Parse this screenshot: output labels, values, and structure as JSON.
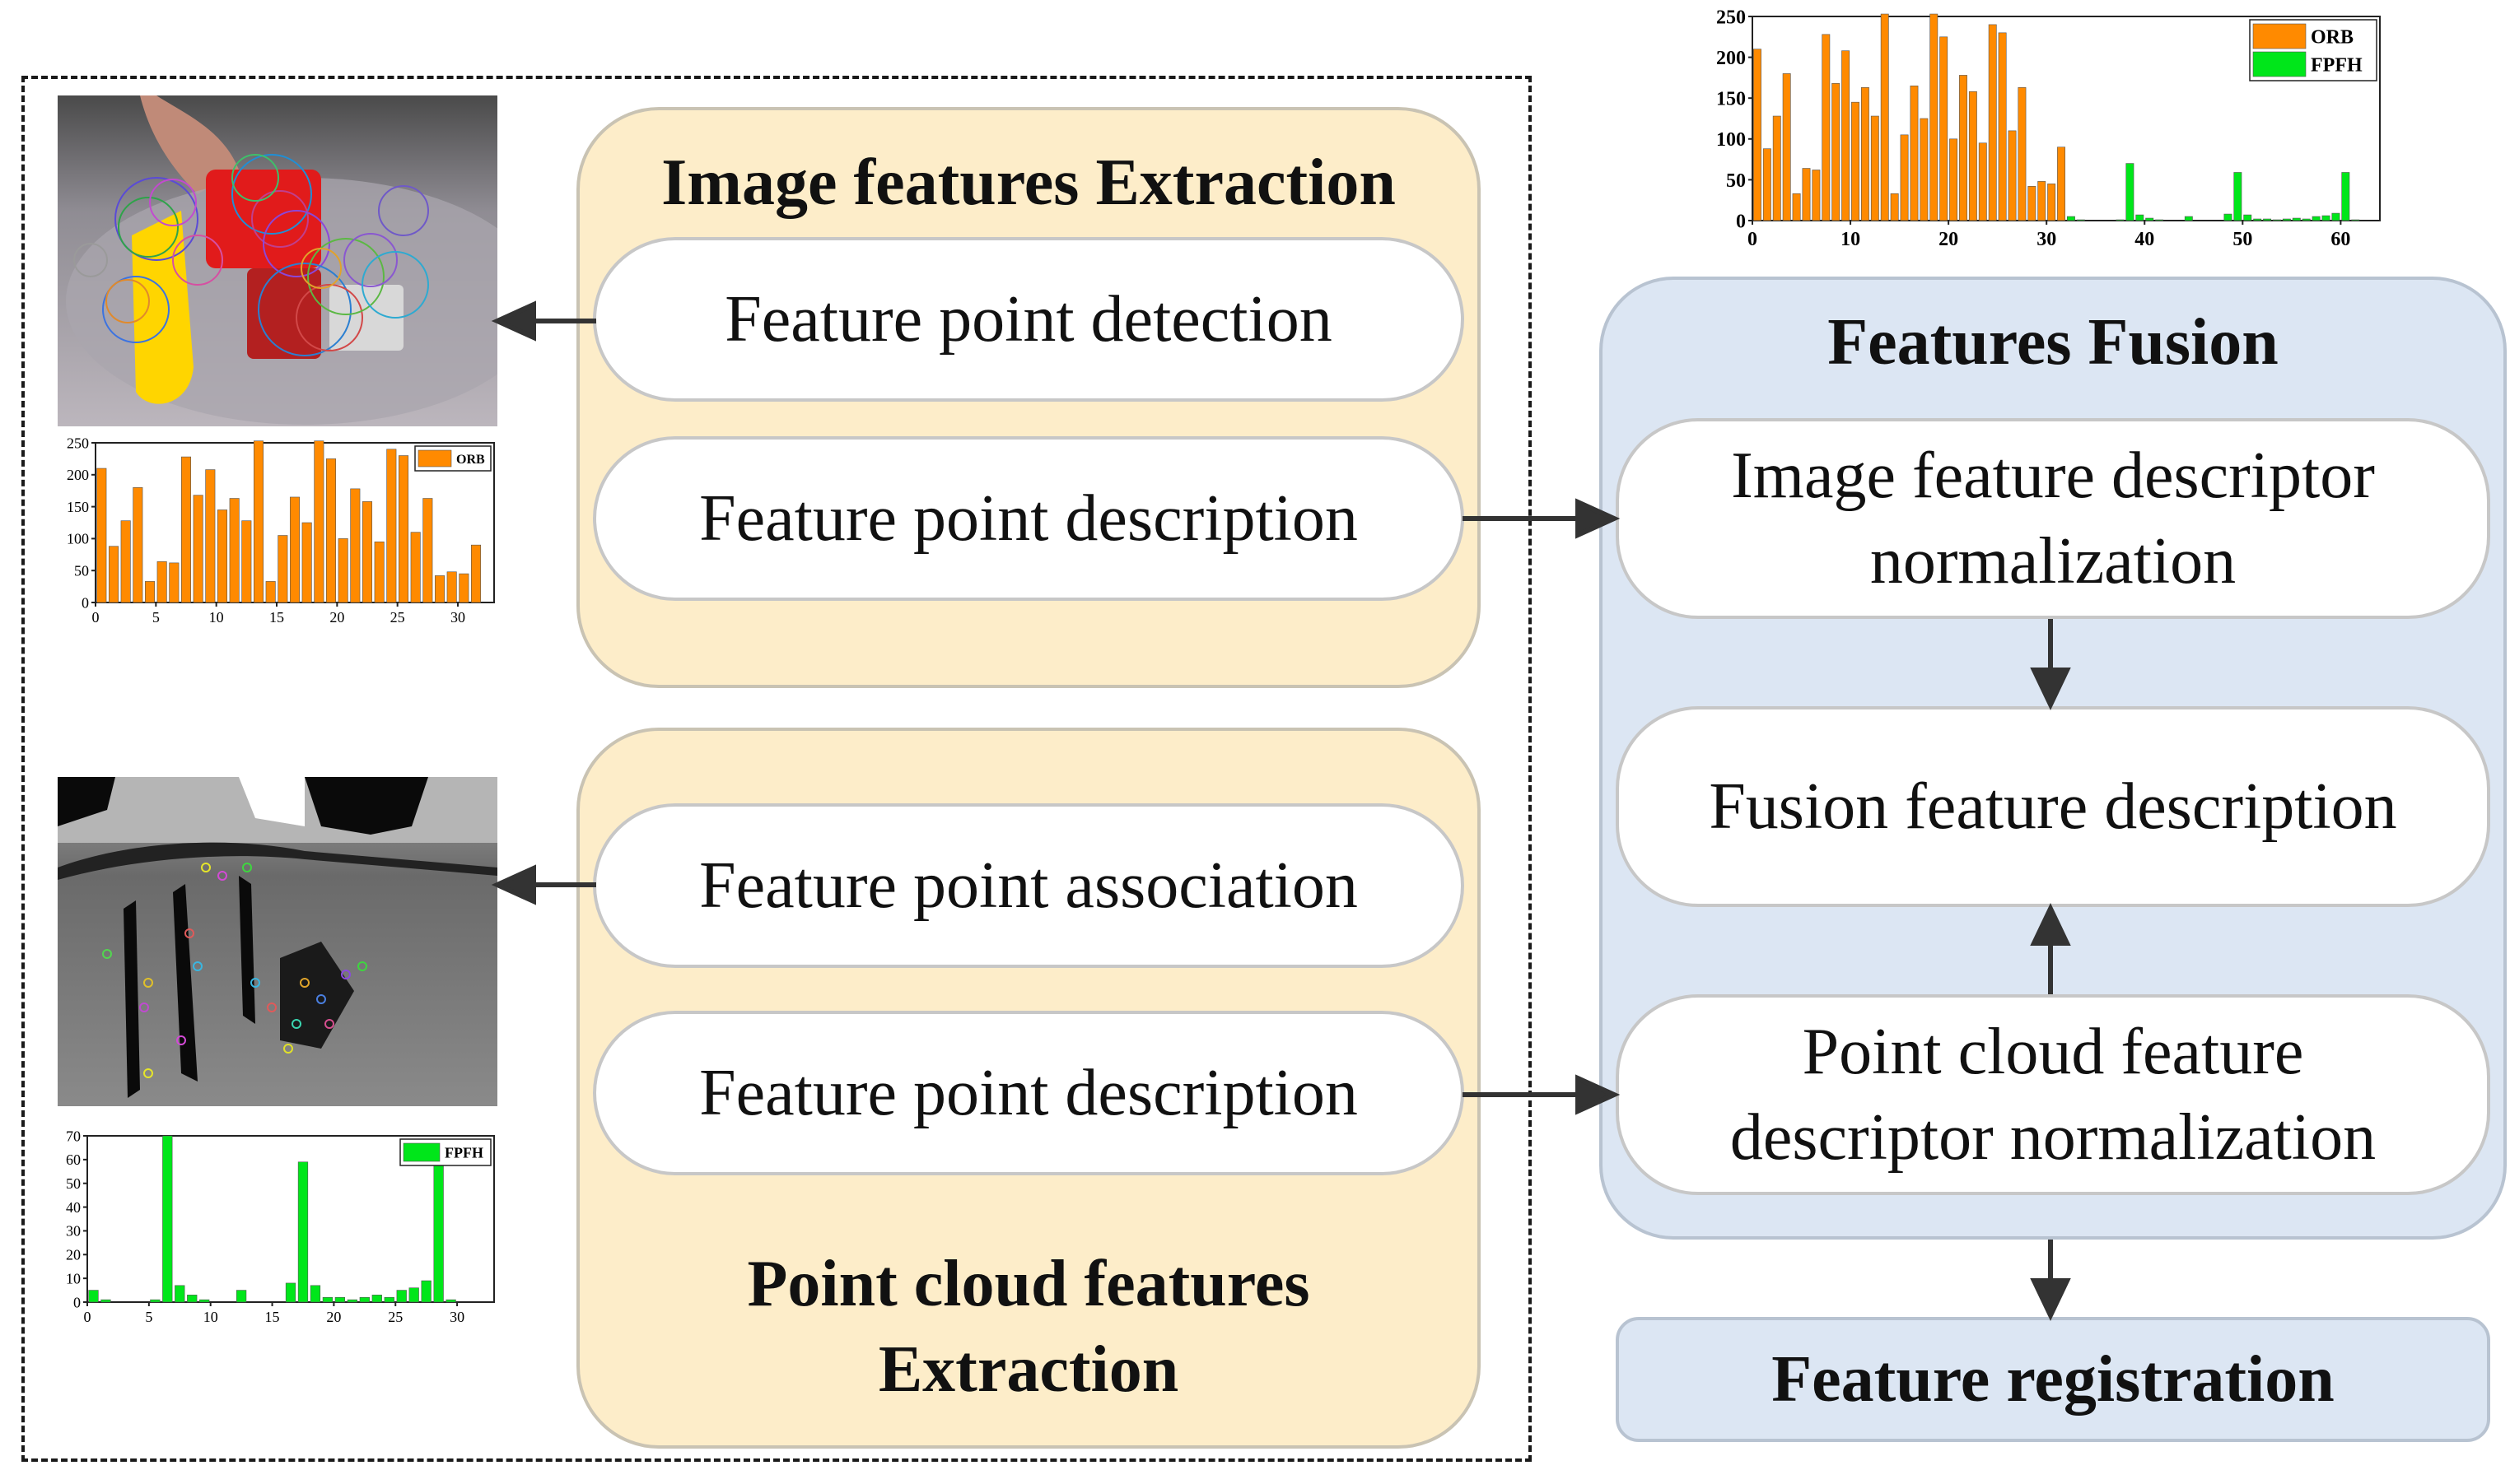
{
  "image_panel": {
    "title": "Image features Extraction",
    "steps": [
      "Feature point detection",
      "Feature point description"
    ]
  },
  "pointcloud_panel": {
    "title_line1": "Point cloud features",
    "title_line2": "Extraction",
    "steps": [
      "Feature point association",
      "Feature point description"
    ]
  },
  "fusion_panel": {
    "title": "Features Fusion",
    "image_norm_line1": "Image feature descriptor",
    "image_norm_line2": "normalization",
    "fusion_desc": "Fusion feature description",
    "pc_norm_line1": "Point cloud feature",
    "pc_norm_line2": "descriptor normalization"
  },
  "registration": {
    "label": "Feature registration"
  },
  "colors": {
    "orb": "#ff8a00",
    "fpfh": "#00e61a",
    "yellow_panel": "#fdedc9",
    "blue_panel": "#dce6f3"
  },
  "chart_data": [
    {
      "type": "bar",
      "legend": [
        "ORB"
      ],
      "x": [
        0,
        1,
        2,
        3,
        4,
        5,
        6,
        7,
        8,
        9,
        10,
        11,
        12,
        13,
        14,
        15,
        16,
        17,
        18,
        19,
        20,
        21,
        22,
        23,
        24,
        25,
        26,
        27,
        28,
        29,
        30,
        31
      ],
      "series": [
        {
          "name": "ORB",
          "values": [
            210,
            88,
            128,
            180,
            33,
            64,
            62,
            228,
            168,
            208,
            145,
            163,
            128,
            253,
            33,
            105,
            165,
            125,
            253,
            225,
            100,
            178,
            158,
            95,
            240,
            230,
            110,
            163,
            42,
            48,
            45,
            90
          ]
        }
      ],
      "xlim": [
        0,
        33
      ],
      "ylim": [
        0,
        250
      ],
      "xticks": [
        0,
        5,
        10,
        15,
        20,
        25,
        30
      ],
      "yticks": [
        0,
        50,
        100,
        150,
        200,
        250
      ]
    },
    {
      "type": "bar",
      "legend": [
        "FPFH"
      ],
      "x": [
        0,
        1,
        2,
        3,
        4,
        5,
        6,
        7,
        8,
        9,
        10,
        11,
        12,
        13,
        14,
        15,
        16,
        17,
        18,
        19,
        20,
        21,
        22,
        23,
        24,
        25,
        26,
        27,
        28,
        29,
        30,
        31
      ],
      "series": [
        {
          "name": "FPFH",
          "values": [
            5,
            1,
            0,
            0,
            0,
            1,
            70,
            7,
            3,
            1,
            0,
            0,
            5,
            0,
            0,
            0,
            8,
            59,
            7,
            2,
            2,
            1,
            2,
            3,
            2,
            5,
            6,
            9,
            59,
            1,
            0,
            0
          ]
        }
      ],
      "xlim": [
        0,
        33
      ],
      "ylim": [
        0,
        70
      ],
      "xticks": [
        0,
        5,
        10,
        15,
        20,
        25,
        30
      ],
      "yticks": [
        0,
        10,
        20,
        30,
        40,
        50,
        60,
        70
      ]
    },
    {
      "type": "bar",
      "legend": [
        "ORB",
        "FPFH"
      ],
      "x": [
        0,
        1,
        2,
        3,
        4,
        5,
        6,
        7,
        8,
        9,
        10,
        11,
        12,
        13,
        14,
        15,
        16,
        17,
        18,
        19,
        20,
        21,
        22,
        23,
        24,
        25,
        26,
        27,
        28,
        29,
        30,
        31,
        32,
        33,
        34,
        35,
        36,
        37,
        38,
        39,
        40,
        41,
        42,
        43,
        44,
        45,
        46,
        47,
        48,
        49,
        50,
        51,
        52,
        53,
        54,
        55,
        56,
        57,
        58,
        59,
        60,
        61,
        62,
        63
      ],
      "series": [
        {
          "name": "ORB",
          "values": [
            210,
            88,
            128,
            180,
            33,
            64,
            62,
            228,
            168,
            208,
            145,
            163,
            128,
            253,
            33,
            105,
            165,
            125,
            253,
            225,
            100,
            178,
            158,
            95,
            240,
            230,
            110,
            163,
            42,
            48,
            45,
            90
          ]
        },
        {
          "name": "FPFH",
          "values": [
            0,
            0,
            0,
            0,
            0,
            0,
            0,
            0,
            0,
            0,
            0,
            0,
            0,
            0,
            0,
            0,
            0,
            0,
            0,
            0,
            0,
            0,
            0,
            0,
            0,
            0,
            0,
            0,
            0,
            0,
            0,
            0,
            5,
            1,
            0,
            0,
            0,
            1,
            70,
            7,
            3,
            1,
            0,
            0,
            5,
            0,
            0,
            0,
            8,
            59,
            7,
            2,
            2,
            1,
            2,
            3,
            2,
            5,
            6,
            9,
            59,
            1,
            0,
            0
          ]
        }
      ],
      "xlim": [
        0,
        64
      ],
      "ylim": [
        0,
        250
      ],
      "xticks": [
        0,
        10,
        20,
        30,
        40,
        50,
        60
      ],
      "yticks": [
        0,
        50,
        100,
        150,
        200,
        250
      ]
    }
  ]
}
